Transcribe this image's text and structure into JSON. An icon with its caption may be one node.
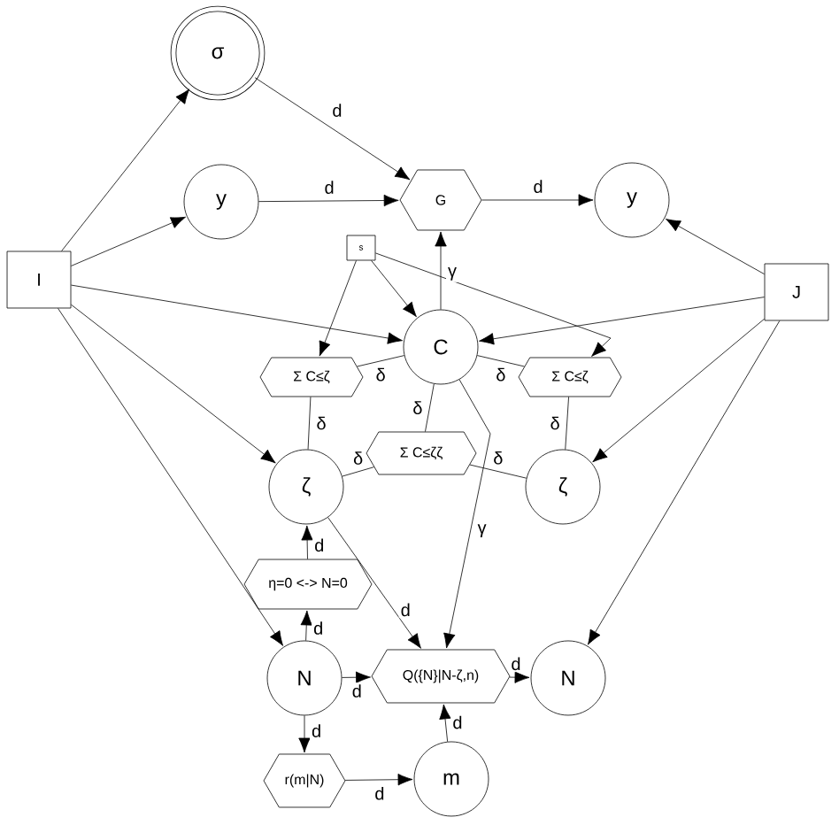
{
  "diagram": {
    "nodes": [
      {
        "text": [
          "σ"
        ]
      },
      {
        "text": [
          "y"
        ]
      },
      {
        "text": [
          "G"
        ]
      },
      {
        "text": [
          "y"
        ]
      },
      {
        "text": [
          "I"
        ]
      },
      {
        "text": [
          "s"
        ]
      },
      {
        "text": [
          "C"
        ]
      },
      {
        "text": [
          "J"
        ]
      },
      {
        "text": [
          "Σ C≤ζ"
        ]
      },
      {
        "text": [
          "Σ C≤ζ"
        ]
      },
      {
        "text": [
          "Σ C≤ζζ"
        ]
      },
      {
        "text": [
          "ζ"
        ]
      },
      {
        "text": [
          "ζ"
        ]
      },
      {
        "text": [
          "η=0 <-> N=0"
        ]
      },
      {
        "text": [
          "N"
        ]
      },
      {
        "text": [
          "Q({N}|N-ζ,n)"
        ]
      },
      {
        "text": [
          "N"
        ]
      },
      {
        "text": [
          "r(m|N)"
        ]
      },
      {
        "text": [
          "m"
        ]
      }
    ],
    "edges": [
      {
        "from": 4,
        "to": 0,
        "arrow": "to"
      },
      {
        "from": 4,
        "to": 1,
        "arrow": "to"
      },
      {
        "from": 0,
        "to": 2,
        "arrow": "to",
        "label": "d"
      },
      {
        "from": 1,
        "to": 2,
        "arrow": "to",
        "label": "d"
      },
      {
        "from": 2,
        "to": 3,
        "arrow": "to",
        "label": "d"
      },
      {
        "from": 7,
        "to": 3,
        "arrow": "to"
      },
      {
        "from": 6,
        "to": 2,
        "arrow": "to",
        "label": "γ"
      },
      {
        "from": 4,
        "to": 6,
        "arrow": "to"
      },
      {
        "from": 7,
        "to": 6,
        "arrow": "to"
      },
      {
        "from": 5,
        "to": 6,
        "arrow": "to"
      },
      {
        "from": 5,
        "to": 8,
        "arrow": "to"
      },
      {
        "from": 5,
        "to": 9,
        "arrow": "to"
      },
      {
        "from": 4,
        "to": 11,
        "arrow": "to"
      },
      {
        "from": 7,
        "to": 12,
        "arrow": "to"
      },
      {
        "from": 4,
        "to": 14,
        "arrow": "to"
      },
      {
        "from": 7,
        "to": 16,
        "arrow": "to"
      },
      {
        "from": 6,
        "to": 8,
        "arrow": "none",
        "label": "δ"
      },
      {
        "from": 6,
        "to": 9,
        "arrow": "none",
        "label": "δ"
      },
      {
        "from": 6,
        "to": 10,
        "arrow": "none",
        "label": "δ"
      },
      {
        "from": 8,
        "to": 11,
        "arrow": "none",
        "label": "δ"
      },
      {
        "from": 9,
        "to": 12,
        "arrow": "none",
        "label": "δ"
      },
      {
        "from": 10,
        "to": 11,
        "arrow": "none",
        "label": "δ"
      },
      {
        "from": 10,
        "to": 12,
        "arrow": "none",
        "label": "δ"
      },
      {
        "from": 6,
        "to": 15,
        "arrow": "to",
        "label": "γ"
      },
      {
        "from": 11,
        "to": 15,
        "arrow": "to",
        "label": "d"
      },
      {
        "from": 13,
        "to": 11,
        "arrow": "to",
        "label": "d"
      },
      {
        "from": 14,
        "to": 13,
        "arrow": "to",
        "label": "d"
      },
      {
        "from": 14,
        "to": 15,
        "arrow": "to",
        "label": "d"
      },
      {
        "from": 15,
        "to": 16,
        "arrow": "to",
        "label": "d"
      },
      {
        "from": 14,
        "to": 17,
        "arrow": "to",
        "label": "d"
      },
      {
        "from": 17,
        "to": 18,
        "arrow": "to",
        "label": "d"
      },
      {
        "from": 18,
        "to": 15,
        "arrow": "to",
        "label": "d"
      }
    ]
  }
}
